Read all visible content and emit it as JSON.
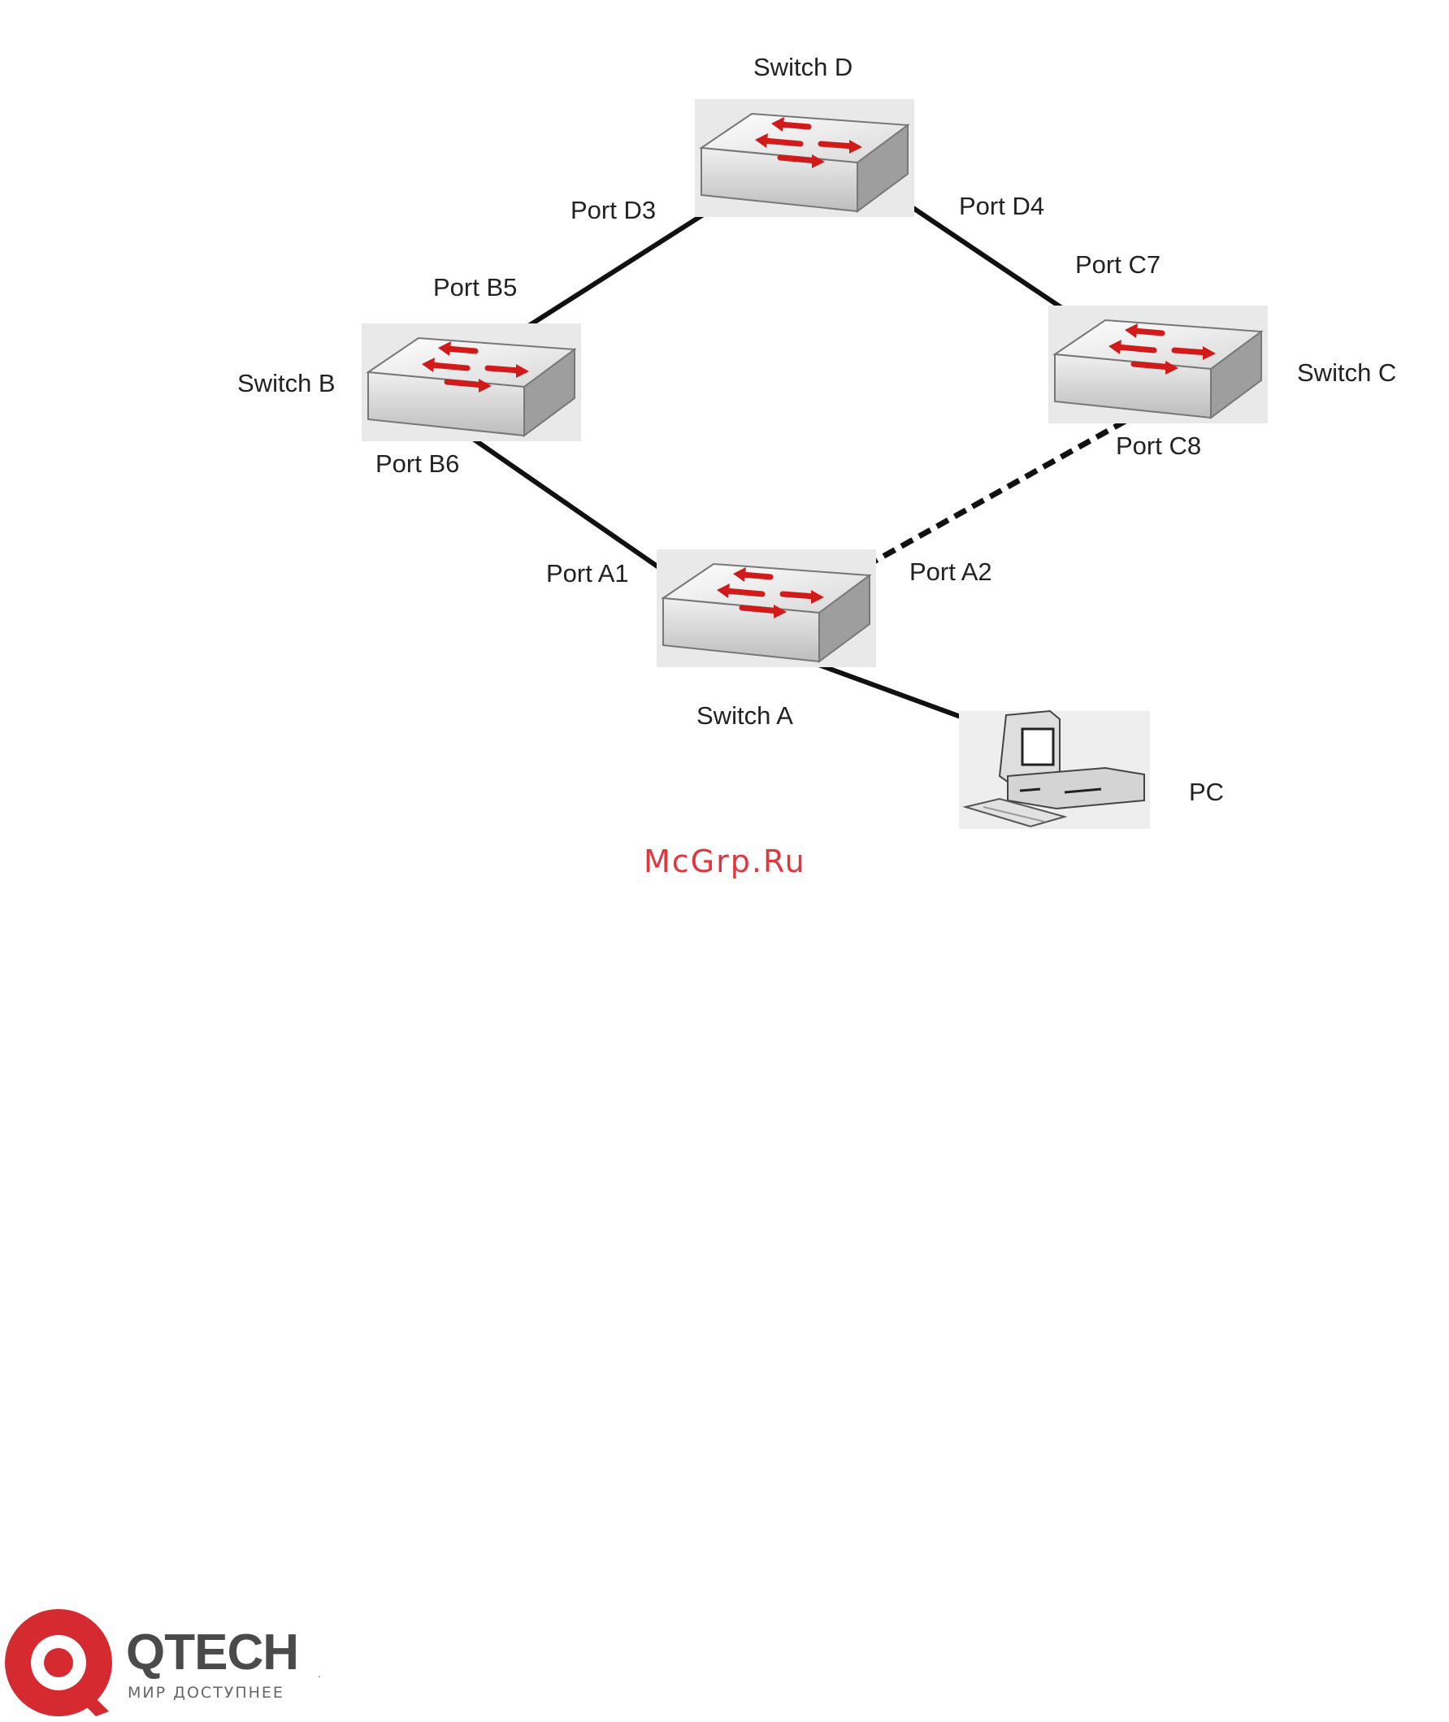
{
  "switches": {
    "d": "Switch D",
    "b": "Switch B",
    "c": "Switch C",
    "a": "Switch A"
  },
  "pc": "PC",
  "ports": {
    "d3": "Port D3",
    "d4": "Port D4",
    "b5": "Port B5",
    "c7": "Port C7",
    "b6": "Port B6",
    "c8": "Port C8",
    "a1": "Port A1",
    "a2": "Port A2"
  },
  "links": [
    {
      "from": "Port D3",
      "to": "Port B5",
      "style": "solid"
    },
    {
      "from": "Port D4",
      "to": "Port C7",
      "style": "solid"
    },
    {
      "from": "Port B6",
      "to": "Port A1",
      "style": "solid"
    },
    {
      "from": "Port C8",
      "to": "Port A2",
      "style": "dashed"
    },
    {
      "from": "Switch A",
      "to": "PC",
      "style": "solid"
    }
  ],
  "watermark": "McGrp.Ru",
  "logo": {
    "word": "QTECH",
    "tagline": "МИР ДОСТУПНЕЕ"
  },
  "colors": {
    "line": "#111111",
    "arrow": "#d11a1a",
    "watermark": "#e0363c",
    "logo_red": "#d42a30"
  }
}
